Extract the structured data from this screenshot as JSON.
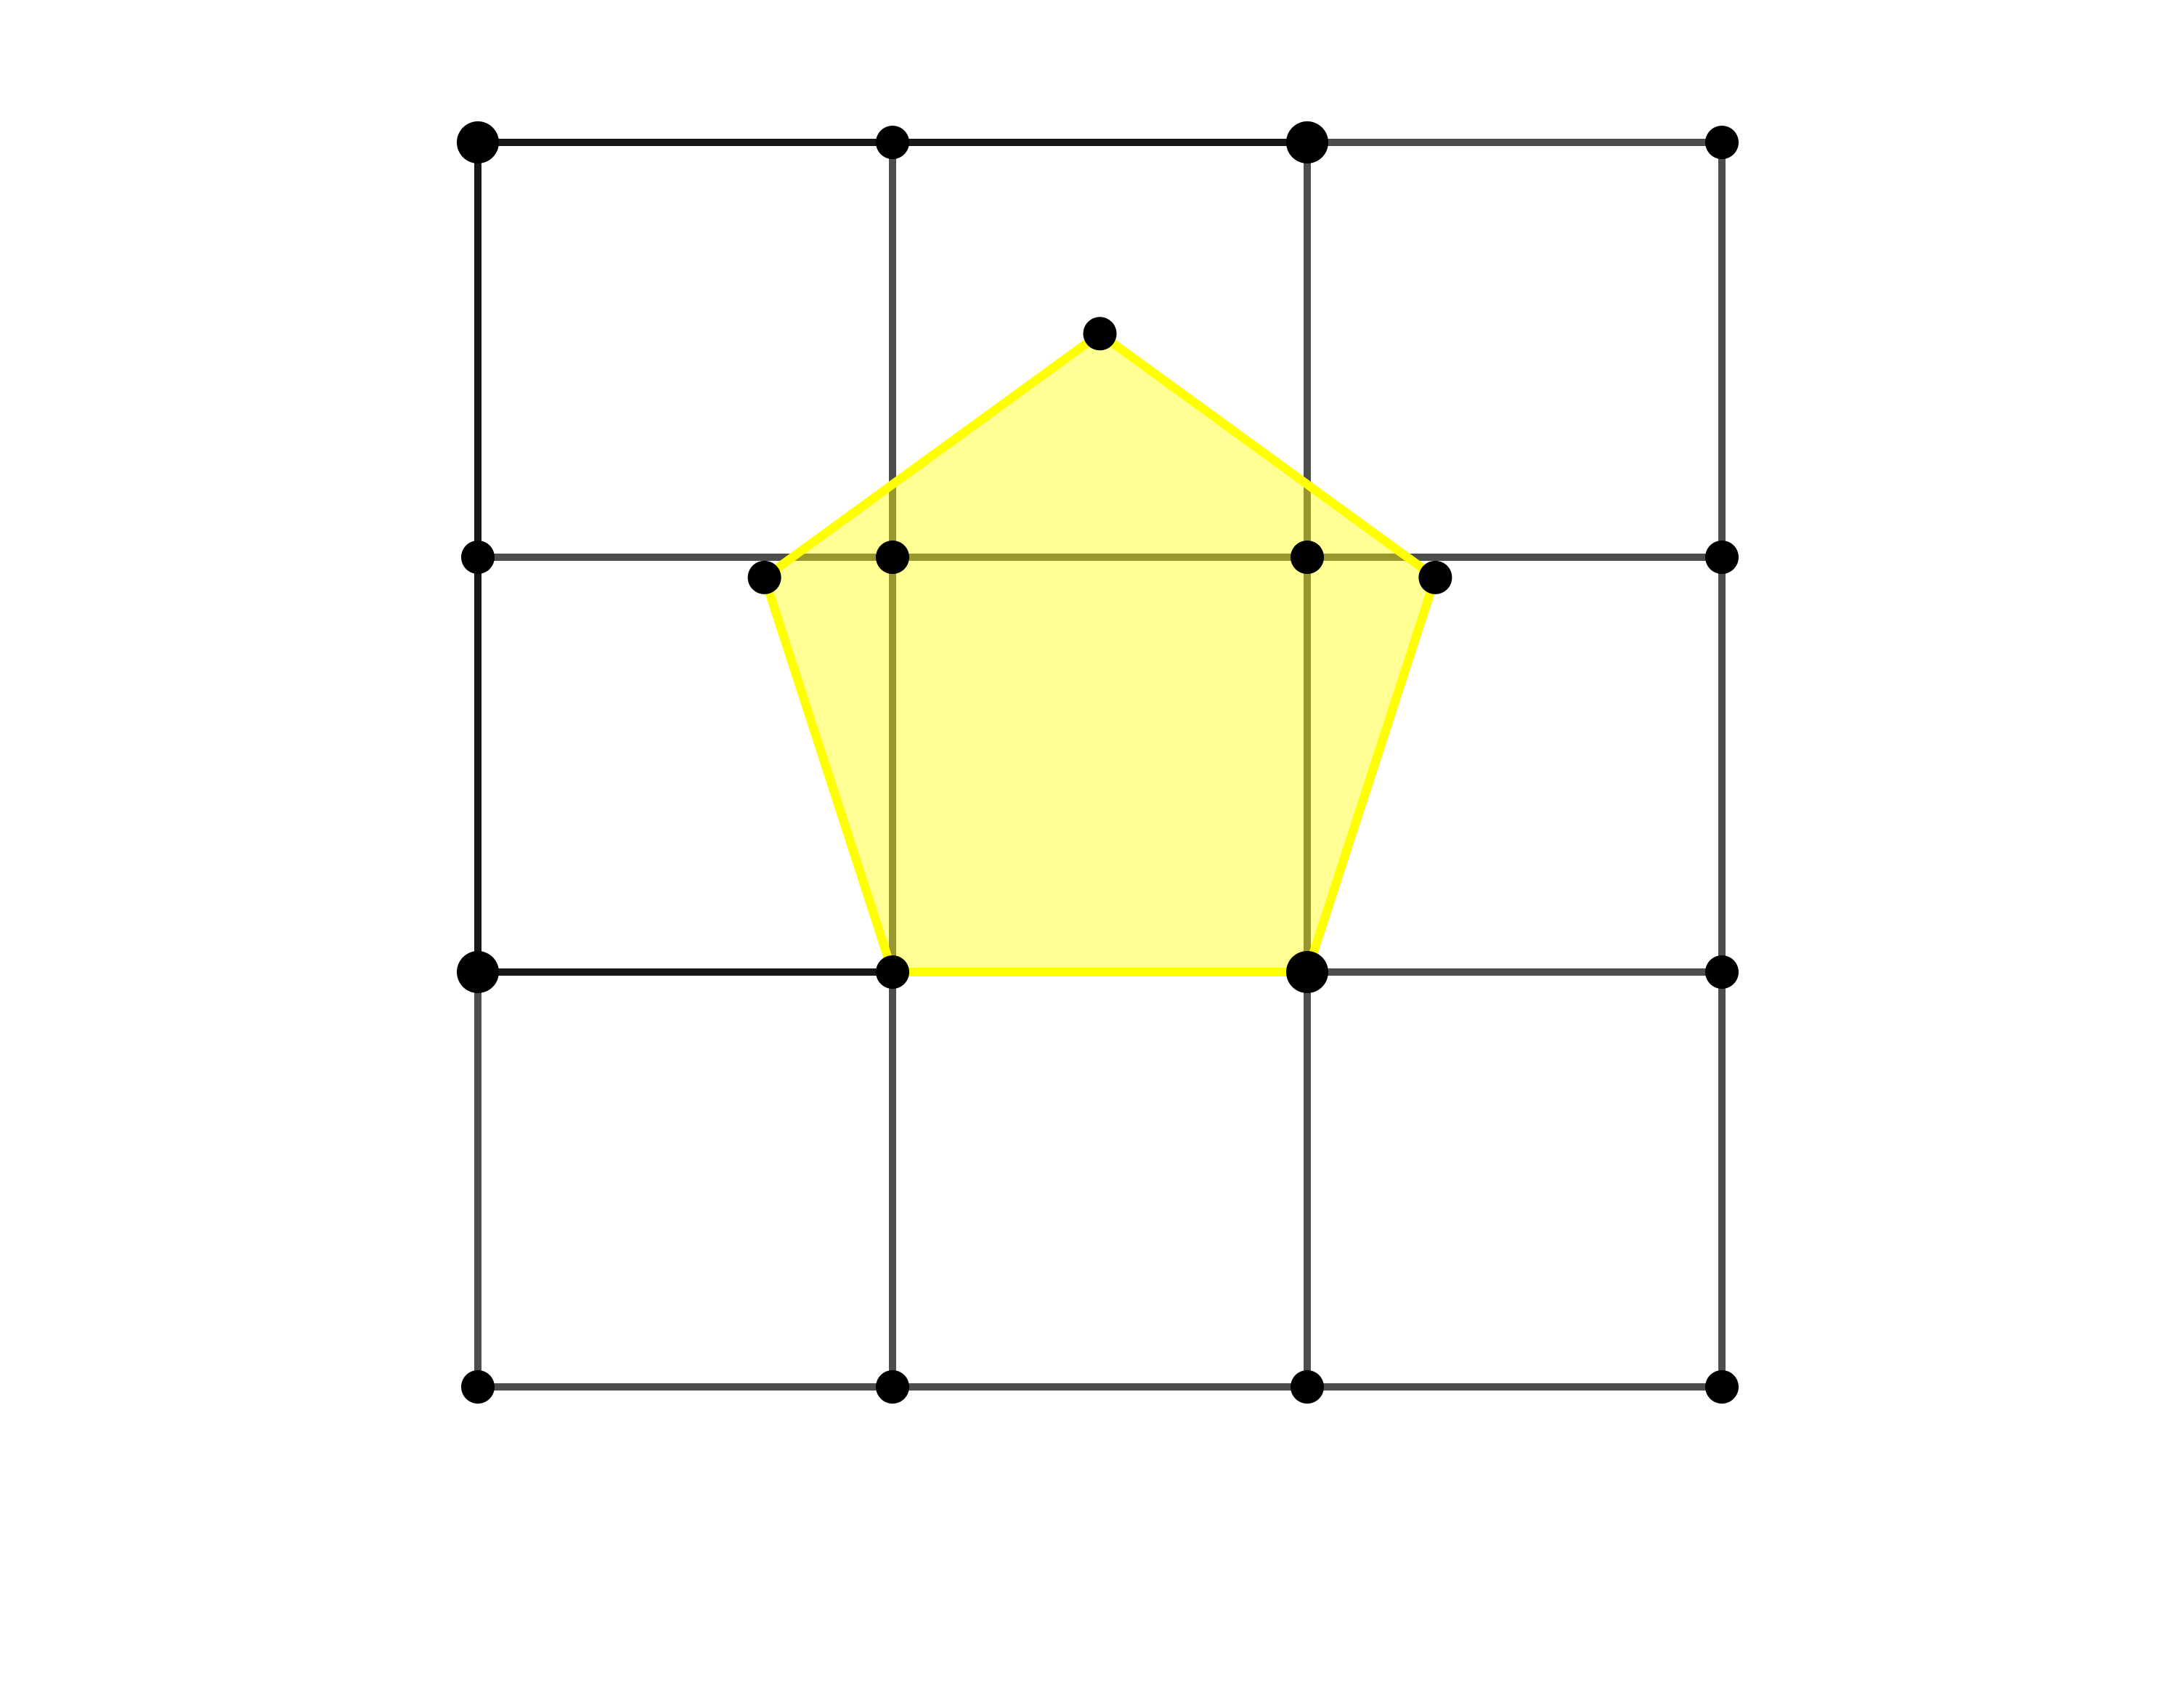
{
  "figure": {
    "type": "geometry-diagram",
    "grid": {
      "rows": 3,
      "columns": 3,
      "line_color_dark": "#161616",
      "line_color_gray": "#4d4d4d",
      "vertex_color": "#000000"
    },
    "pentagon": {
      "sides": 5,
      "edge_color": "#ffff00",
      "fill_color": "#ffff00",
      "fill_opacity": 0.42,
      "base_shared_with_grid_edge": true
    }
  }
}
